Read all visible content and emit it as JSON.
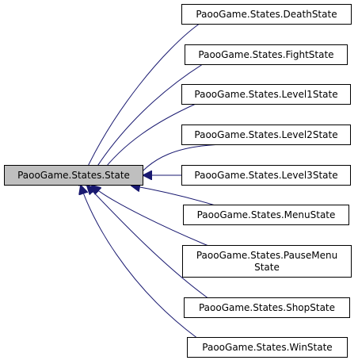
{
  "base_class": {
    "label": "PaooGame.States.State"
  },
  "derived_classes": [
    {
      "id": "death",
      "lines": [
        "PaooGame.States.DeathState"
      ]
    },
    {
      "id": "fight",
      "lines": [
        "PaooGame.States.FightState"
      ]
    },
    {
      "id": "level1",
      "lines": [
        "PaooGame.States.Level1State"
      ]
    },
    {
      "id": "level2",
      "lines": [
        "PaooGame.States.Level2State"
      ]
    },
    {
      "id": "level3",
      "lines": [
        "PaooGame.States.Level3State"
      ]
    },
    {
      "id": "menu",
      "lines": [
        "PaooGame.States.MenuState"
      ]
    },
    {
      "id": "pausemenu",
      "lines": [
        "PaooGame.States.PauseMenu",
        "State"
      ]
    },
    {
      "id": "shop",
      "lines": [
        "PaooGame.States.ShopState"
      ]
    },
    {
      "id": "win",
      "lines": [
        "PaooGame.States.WinState"
      ]
    }
  ],
  "colors": {
    "base_fill": "#bfbfbf",
    "node_fill": "#ffffff",
    "node_stroke": "#000000",
    "edge": "#191970"
  }
}
